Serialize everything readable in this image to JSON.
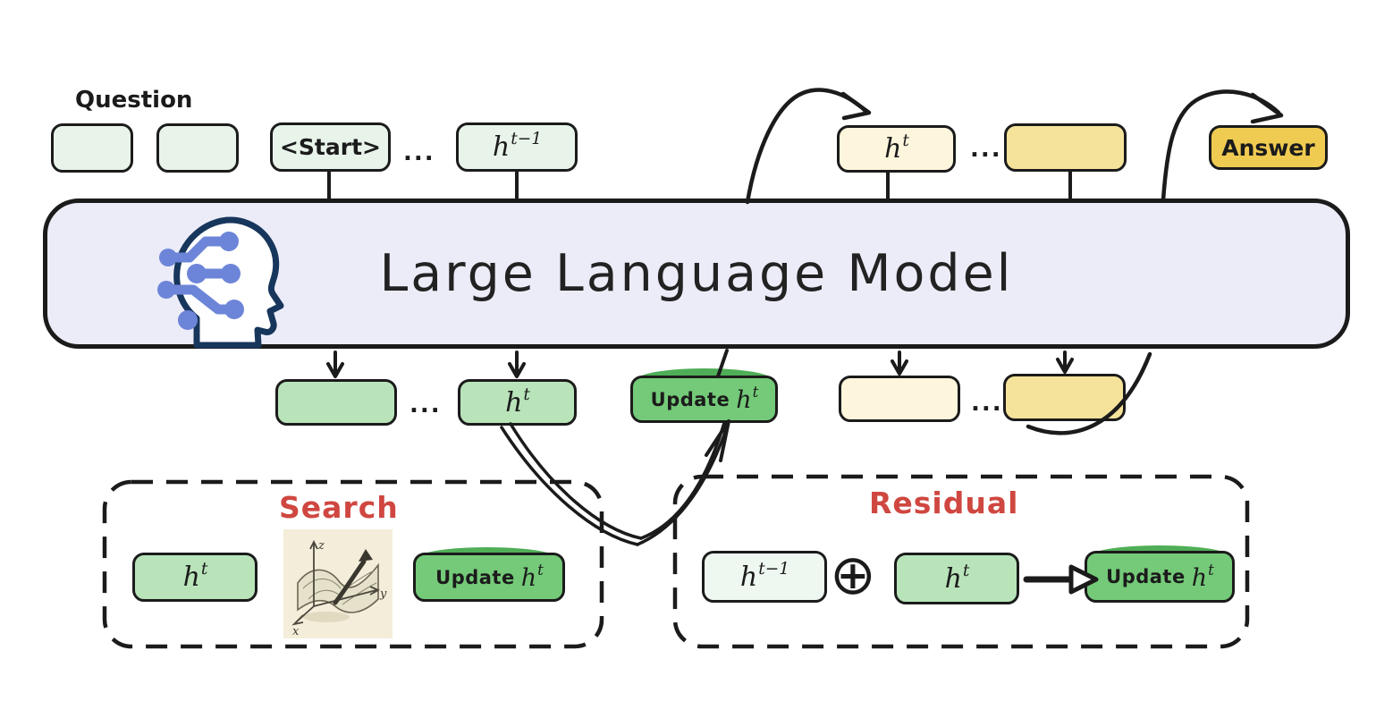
{
  "diagram": {
    "llm": {
      "title": "Large Language Model"
    },
    "question": {
      "label": "Question"
    },
    "dots": "...",
    "top_row": {
      "start_token": "<Start>",
      "h_prev": {
        "base": "h",
        "sup": "t−1"
      },
      "h_out": {
        "base": "h",
        "sup": "t"
      },
      "answer_label": "Answer"
    },
    "bottom_row": {
      "h_t": {
        "base": "h",
        "sup": "t"
      },
      "update": {
        "word": "Update",
        "base": "h",
        "sup": "t"
      }
    },
    "search_panel": {
      "title": "Search",
      "h_t": {
        "base": "h",
        "sup": "t"
      },
      "update": {
        "word": "Update",
        "base": "h",
        "sup": "t"
      },
      "surface_plot": {
        "x_label": "x",
        "y_label": "y",
        "z_label": "z"
      }
    },
    "residual_panel": {
      "title": "Residual",
      "h_prev": {
        "base": "h",
        "sup": "t−1"
      },
      "plus_symbol": "⊕",
      "h_t": {
        "base": "h",
        "sup": "t"
      },
      "update": {
        "word": "Update",
        "base": "h",
        "sup": "t"
      }
    },
    "colors": {
      "ink": "#1b1b1b",
      "pale_green": "#e8f3ea",
      "light_green": "#b9e4ba",
      "medium_green": "#74ca78",
      "cream": "#fdf6dd",
      "yellow": "#f6e39b",
      "gold": "#f0cb51",
      "lavender": "#ececf9",
      "red_label": "#cf4740",
      "circuit_blue": "#6d85d8",
      "head_outline_navy": "#17365c"
    }
  }
}
